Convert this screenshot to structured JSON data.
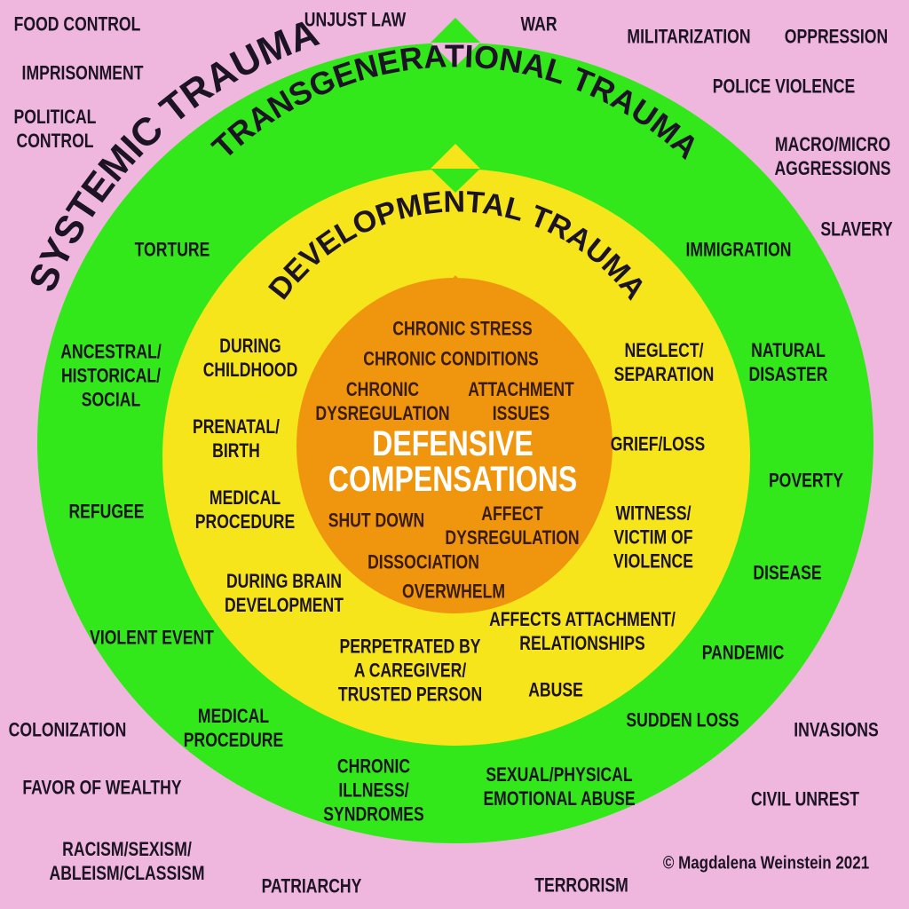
{
  "colors": {
    "systemic": "#efb7dd",
    "transgenerational": "#33e81a",
    "developmental": "#f7e51c",
    "core": "#f0960e"
  },
  "rings": {
    "systemic": "SYSTEMIC TRAUMA",
    "transgenerational": "TRANSGENERATIONAL TRAUMA",
    "developmental": "DEVELOPMENTAL TRAUMA",
    "core": "DEFENSIVE\nCOMPENSATIONS"
  },
  "systemic_items": [
    "FOOD CONTROL",
    "UNJUST LAW",
    "WAR",
    "MILITARIZATION",
    "OPPRESSION",
    "IMPRISONMENT",
    "POLICE VIOLENCE",
    "POLITICAL\nCONTROL",
    "MACRO/MICRO\nAGGRESSIONS",
    "SLAVERY",
    "COLONIZATION",
    "INVASIONS",
    "FAVOR OF WEALTHY",
    "CIVIL UNREST",
    "RACISM/SEXISM/\nABLEISM/CLASSISM",
    "PATRIARCHY",
    "TERRORISM"
  ],
  "transgenerational_items": [
    "TORTURE",
    "IMMIGRATION",
    "ANCESTRAL/\nHISTORICAL/\nSOCIAL",
    "NATURAL\nDISASTER",
    "POVERTY",
    "REFUGEE",
    "DISEASE",
    "VIOLENT EVENT",
    "PANDEMIC",
    "MEDICAL\nPROCEDURE",
    "SUDDEN LOSS",
    "CHRONIC\nILLNESS/\nSYNDROMES",
    "SEXUAL/PHYSICAL\nEMOTIONAL ABUSE"
  ],
  "developmental_items": [
    "DURING\nCHILDHOOD",
    "NEGLECT/\nSEPARATION",
    "PRENATAL/\nBIRTH",
    "GRIEF/LOSS",
    "MEDICAL\nPROCEDURE",
    "WITNESS/\nVICTIM OF\nVIOLENCE",
    "DURING BRAIN\nDEVELOPMENT",
    "AFFECTS ATTACHMENT/\nRELATIONSHIPS",
    "PERPETRATED BY\nA CAREGIVER/\nTRUSTED PERSON",
    "ABUSE"
  ],
  "core_items": [
    "CHRONIC STRESS",
    "CHRONIC CONDITIONS",
    "CHRONIC\nDYSREGULATION",
    "ATTACHMENT\nISSUES",
    "SHUT DOWN",
    "AFFECT\nDYSREGULATION",
    "DISSOCIATION",
    "OVERWHELM"
  ],
  "copyright": "© Magdalena Weinstein 2021"
}
